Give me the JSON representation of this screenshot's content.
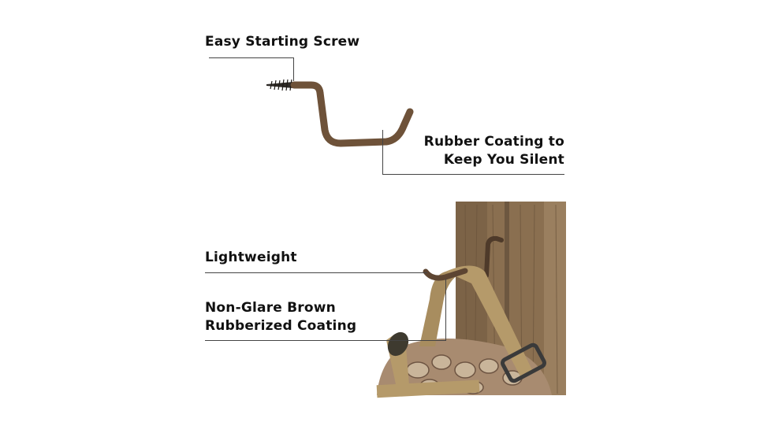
{
  "callouts": {
    "screw": "Easy Starting Screw",
    "rubber_line1": "Rubber Coating to",
    "rubber_line2": "Keep You Silent",
    "lightweight": "Lightweight",
    "coating_line1": "Non-Glare Brown",
    "coating_line2": "Rubberized Coating"
  },
  "colors": {
    "hook": "#6e5239",
    "screw": "#2e2a26",
    "wood": "#8a6f50",
    "strap": "#b59a6a",
    "bag": "#a88b70",
    "text": "#111111",
    "line": "#444444"
  },
  "images": {
    "top": "hook-product-image",
    "bottom": "hook-in-use-on-tree-with-backpack-photo"
  }
}
